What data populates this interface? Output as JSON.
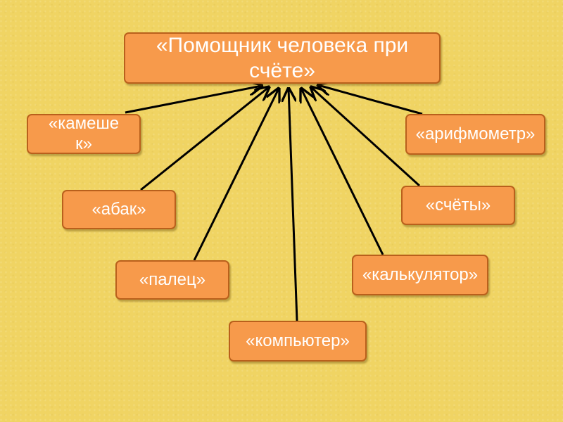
{
  "diagram": {
    "center": {
      "text": "«Помощник человека при счёте»"
    },
    "nodes": [
      {
        "id": "stone",
        "text": "«камешек»"
      },
      {
        "id": "abak",
        "text": "«абак»"
      },
      {
        "id": "finger",
        "text": "«палец»"
      },
      {
        "id": "computer",
        "text": "«компьютер»"
      },
      {
        "id": "calc",
        "text": "«калькулятор»"
      },
      {
        "id": "schety",
        "text": "«счёты»"
      },
      {
        "id": "arith",
        "text": "«арифмометр»"
      }
    ]
  },
  "colors": {
    "background": "#f0d463",
    "box_fill": "#f79a4b",
    "box_border": "#b9601c",
    "text": "#ffffff",
    "arrow": "#000000"
  }
}
